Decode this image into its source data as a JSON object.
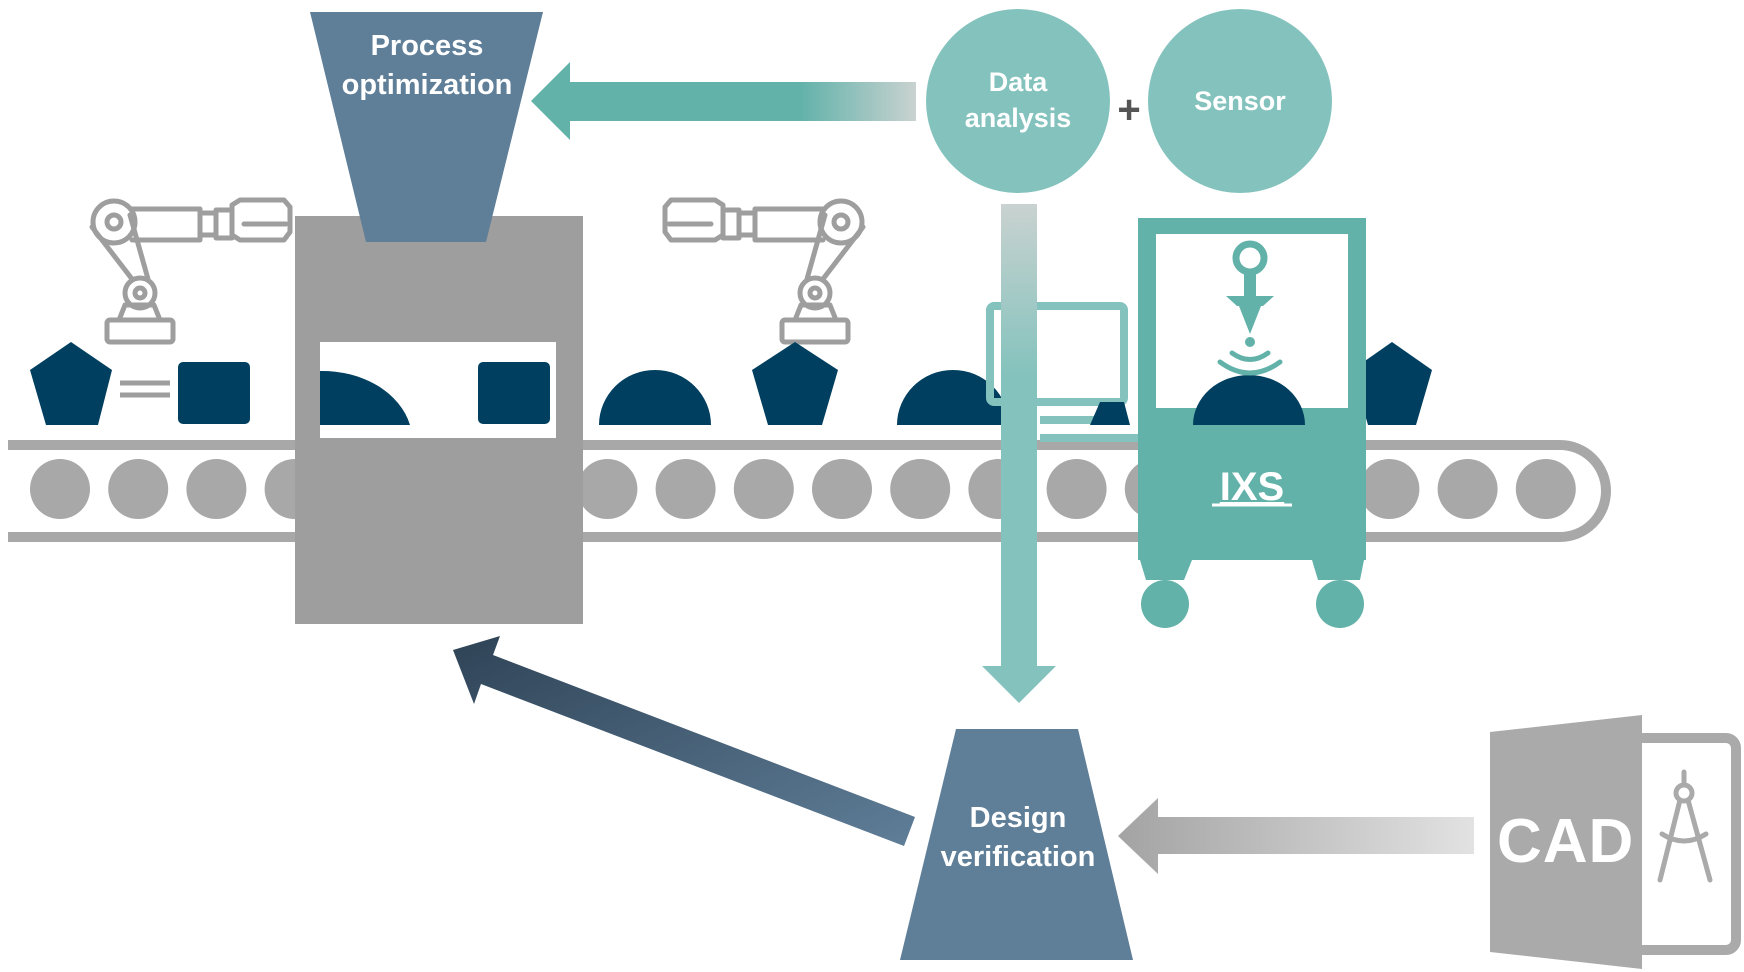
{
  "labels": {
    "process_line1": "Process",
    "process_line2": "optimization",
    "data_line1": "Data",
    "data_line2": "analysis",
    "plus": "+",
    "sensor": "Sensor",
    "ixs": "IXS",
    "design_line1": "Design",
    "design_line2": "verification",
    "cad": "CAD"
  },
  "colors": {
    "slate": "#5f7e98",
    "teal": "#62b2aa",
    "teal_light": "#83c2bd",
    "navy": "#003f5f",
    "gray": "#9e9e9e",
    "roller": "#a8a8a8",
    "machine": "#8f8f8f",
    "white": "#ffffff"
  },
  "icons": {
    "robot_arm": "robot-arm-icon",
    "computer": "monitor-icon",
    "probe": "probe-icon",
    "compass": "drafting-compass-icon",
    "cad_file": "cad-file-icon"
  }
}
